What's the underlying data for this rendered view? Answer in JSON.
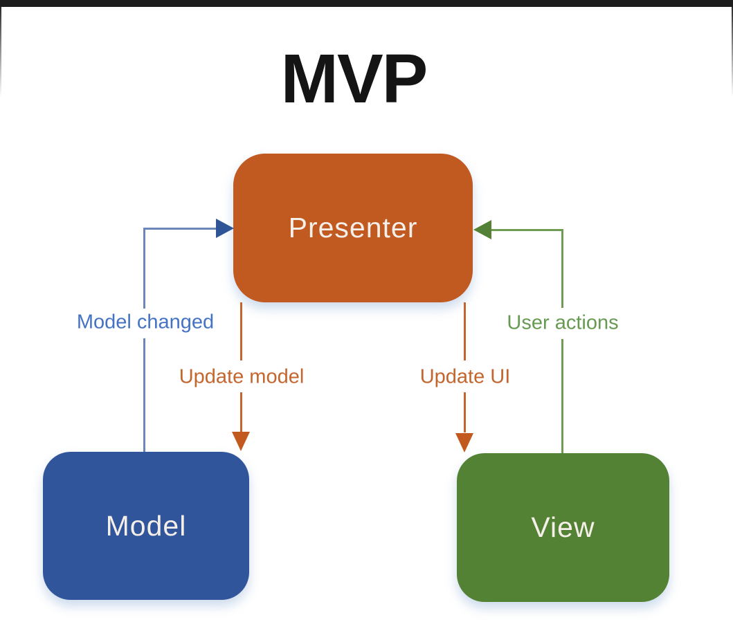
{
  "title": "MVP",
  "nodes": {
    "presenter": {
      "label": "Presenter",
      "color": "#c05a21"
    },
    "model": {
      "label": "Model",
      "color": "#31559a"
    },
    "view": {
      "label": "View",
      "color": "#548235"
    }
  },
  "edges": {
    "model_changed": {
      "label": "Model changed",
      "from": "Model",
      "to": "Presenter",
      "color": "#4472c4"
    },
    "update_model": {
      "label": "Update model",
      "from": "Presenter",
      "to": "Model",
      "color": "#c4652d"
    },
    "update_ui": {
      "label": "Update UI",
      "from": "Presenter",
      "to": "View",
      "color": "#c4652d"
    },
    "user_actions": {
      "label": "User actions",
      "from": "View",
      "to": "Presenter",
      "color": "#669a51"
    }
  }
}
